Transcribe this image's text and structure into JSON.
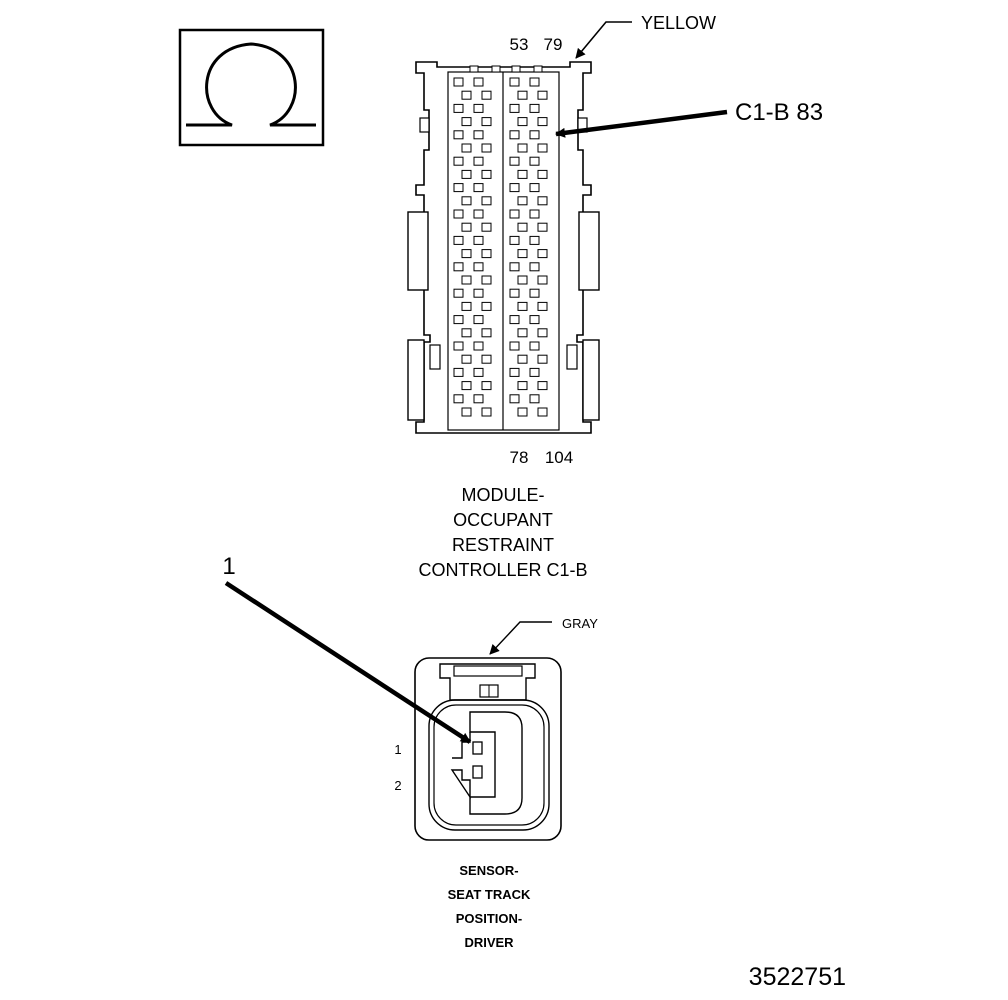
{
  "ohm_symbol": {
    "glyph": "Ω",
    "icon": "ohmmeter-icon"
  },
  "connector_c1b": {
    "color_label": "YELLOW",
    "top_pin_labels": [
      "53",
      "79"
    ],
    "bottom_pin_labels": [
      "78",
      "104"
    ],
    "callout_pin": "C1-B 83",
    "title_lines": [
      "MODULE-",
      "OCCUPANT",
      "RESTRAINT",
      "CONTROLLER C1-B"
    ]
  },
  "connector_sensor": {
    "color_label": "GRAY",
    "callout_number": "1",
    "pin_labels": [
      "1",
      "2"
    ],
    "title_lines": [
      "SENSOR-",
      "SEAT TRACK",
      "POSITION-",
      "DRIVER"
    ]
  },
  "figure_id": "3522751"
}
